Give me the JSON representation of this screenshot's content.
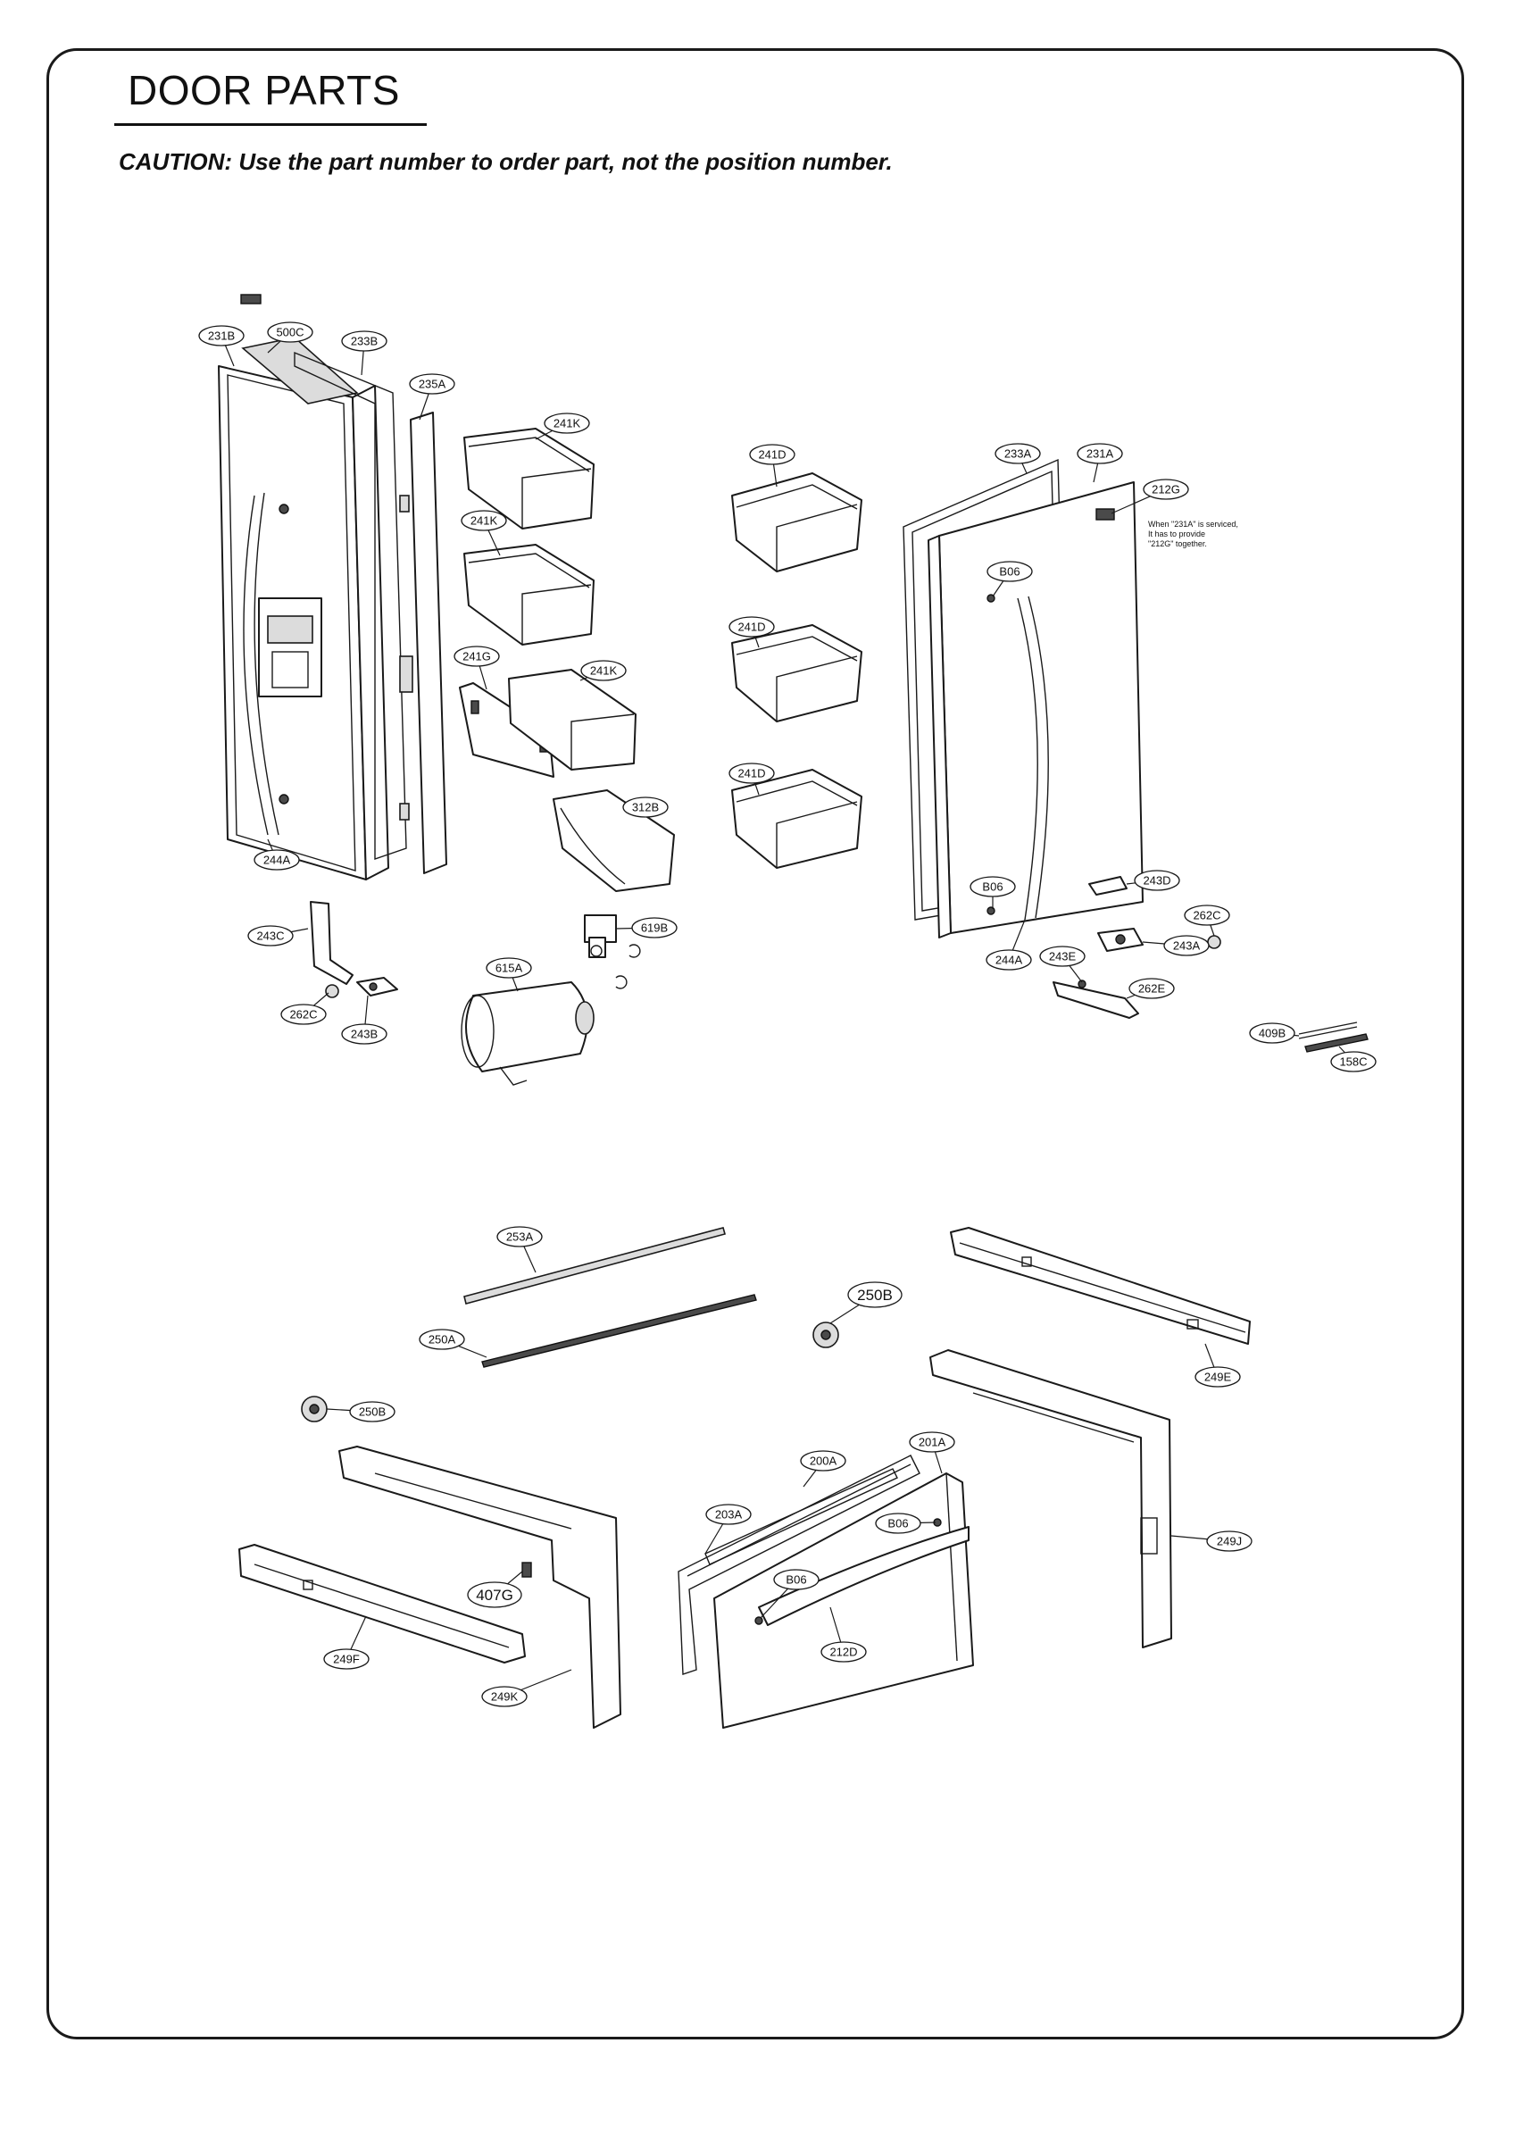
{
  "page": {
    "title": "DOOR PARTS",
    "caution": "CAUTION: Use the part number to order part, not the position number."
  },
  "callouts": [
    {
      "id": "c231B",
      "label": "231B"
    },
    {
      "id": "c500C",
      "label": "500C"
    },
    {
      "id": "c233B",
      "label": "233B"
    },
    {
      "id": "c235A",
      "label": "235A"
    },
    {
      "id": "c241K_1",
      "label": "241K"
    },
    {
      "id": "c241K_2",
      "label": "241K"
    },
    {
      "id": "c241G",
      "label": "241G"
    },
    {
      "id": "c241K_3",
      "label": "241K"
    },
    {
      "id": "c312B",
      "label": "312B"
    },
    {
      "id": "c244A_1",
      "label": "244A"
    },
    {
      "id": "c243C",
      "label": "243C"
    },
    {
      "id": "c262C_1",
      "label": "262C"
    },
    {
      "id": "c243B",
      "label": "243B"
    },
    {
      "id": "c619B",
      "label": "619B"
    },
    {
      "id": "c615A",
      "label": "615A"
    },
    {
      "id": "c241D_1",
      "label": "241D"
    },
    {
      "id": "c241D_2",
      "label": "241D"
    },
    {
      "id": "c241D_3",
      "label": "241D"
    },
    {
      "id": "c233A",
      "label": "233A"
    },
    {
      "id": "c231A",
      "label": "231A"
    },
    {
      "id": "c212G",
      "label": "212G"
    },
    {
      "id": "cB06_1",
      "label": "B06"
    },
    {
      "id": "cB06_2",
      "label": "B06"
    },
    {
      "id": "c243D",
      "label": "243D"
    },
    {
      "id": "c262C_2",
      "label": "262C"
    },
    {
      "id": "c243A",
      "label": "243A"
    },
    {
      "id": "c244A_2",
      "label": "244A"
    },
    {
      "id": "c243E",
      "label": "243E"
    },
    {
      "id": "c262E",
      "label": "262E"
    },
    {
      "id": "c409B",
      "label": "409B"
    },
    {
      "id": "c158C",
      "label": "158C"
    },
    {
      "id": "c253A",
      "label": "253A"
    },
    {
      "id": "c250B_1",
      "label": "250B"
    },
    {
      "id": "c250A",
      "label": "250A"
    },
    {
      "id": "c250B_2",
      "label": "250B"
    },
    {
      "id": "c249E",
      "label": "249E"
    },
    {
      "id": "c201A",
      "label": "201A"
    },
    {
      "id": "c200A",
      "label": "200A"
    },
    {
      "id": "c203A",
      "label": "203A"
    },
    {
      "id": "cB06_3",
      "label": "B06"
    },
    {
      "id": "cB06_4",
      "label": "B06"
    },
    {
      "id": "c249J",
      "label": "249J"
    },
    {
      "id": "c407G",
      "label": "407G"
    },
    {
      "id": "c212D",
      "label": "212D"
    },
    {
      "id": "c249F",
      "label": "249F"
    },
    {
      "id": "c249K",
      "label": "249K"
    }
  ],
  "service_note": {
    "line1": "When \"231A\" is serviced,",
    "line2": "It has to provide",
    "line3": "\"212G\" together."
  }
}
